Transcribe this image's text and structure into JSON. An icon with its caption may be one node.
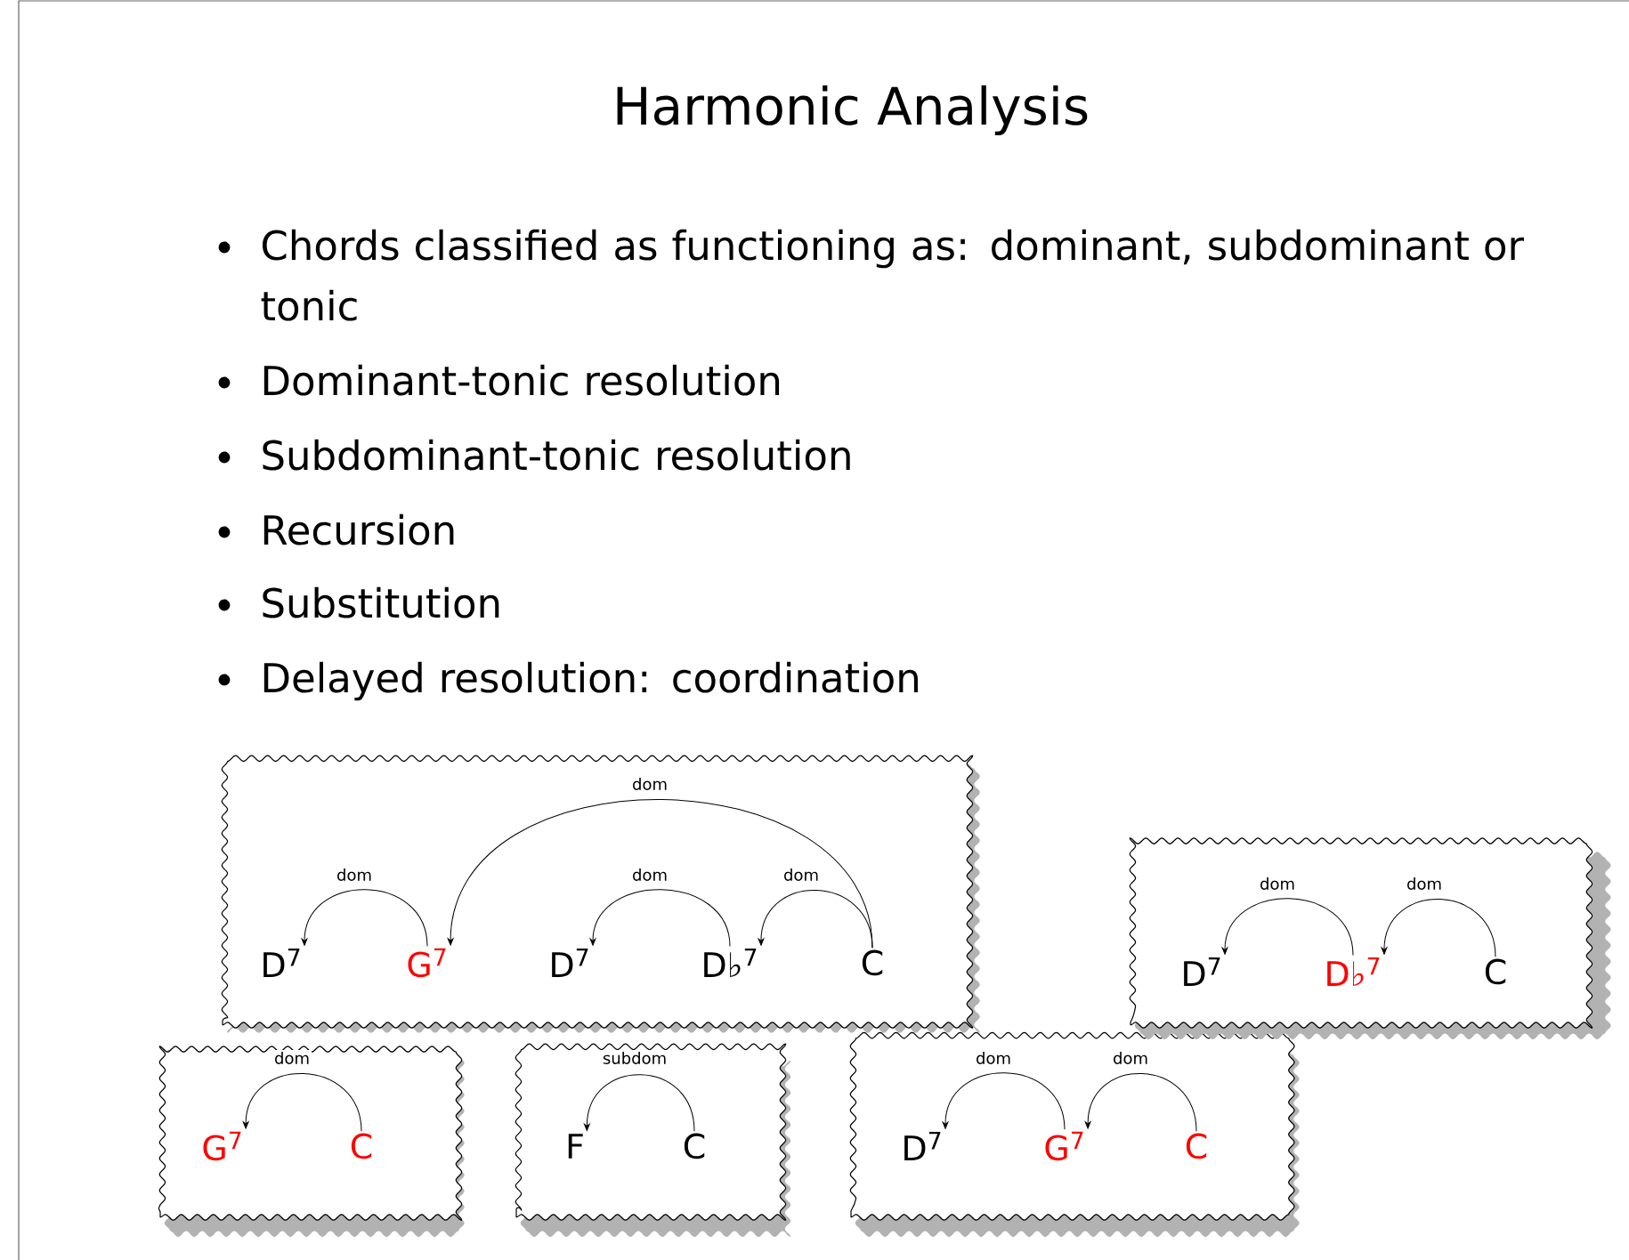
{
  "diagram": {
    "title": "Harmonic Analysis",
    "nodes": [
      {
        "text": [],
        "shape": "box"
      },
      {
        "text": [
          "D$^{7}$"
        ],
        "in": 0
      },
      {
        "text": [
          "G$^{7}$"
        ],
        "in": 0
      },
      {
        "text": [
          "D$^{7}$"
        ],
        "in": 0
      },
      {
        "text": [
          "D♭$^{7}$"
        ],
        "in": 0
      },
      {
        "text": [
          "C"
        ],
        "in": 0
      },
      {
        "text": [],
        "shape": "box"
      },
      {
        "text": [
          "D$^{7}$"
        ],
        "in": 6
      },
      {
        "text": [
          "D♭$^{7}$"
        ],
        "in": 6
      },
      {
        "text": [
          "C"
        ],
        "in": 6
      },
      {
        "text": [],
        "shape": "box"
      },
      {
        "text": [
          "G$^{7}$"
        ],
        "in": 10
      },
      {
        "text": [
          "C"
        ],
        "in": 10
      },
      {
        "text": [],
        "shape": "box"
      },
      {
        "text": [
          "F"
        ],
        "in": 13
      },
      {
        "text": [
          "C"
        ],
        "in": 13
      },
      {
        "text": [],
        "shape": "box"
      },
      {
        "text": [
          "D$^{7}$"
        ],
        "in": 16
      },
      {
        "text": [
          "G$^{7}$"
        ],
        "in": 16
      },
      {
        "text": [
          "C"
        ],
        "in": 16
      }
    ],
    "edges": [
      {
        "from": 2,
        "to": 1,
        "arrow": "to",
        "label": "dom"
      },
      {
        "from": 5,
        "to": 2,
        "arrow": "to",
        "label": "dom"
      },
      {
        "from": 4,
        "to": 3,
        "arrow": "to",
        "label": "dom"
      },
      {
        "from": 5,
        "to": 4,
        "arrow": "to",
        "label": "dom"
      },
      {
        "from": 8,
        "to": 7,
        "arrow": "to",
        "label": "dom"
      },
      {
        "from": 9,
        "to": 8,
        "arrow": "to",
        "label": "dom"
      },
      {
        "from": 12,
        "to": 11,
        "arrow": "to",
        "label": "dom"
      },
      {
        "from": 15,
        "to": 14,
        "arrow": "to",
        "label": "subdom"
      },
      {
        "from": 18,
        "to": 17,
        "arrow": "to",
        "label": "dom"
      },
      {
        "from": 19,
        "to": 18,
        "arrow": "to",
        "label": "dom"
      }
    ],
    "labels": [
      "Chords classified as functioning as: dominant, subdominant or tonic",
      "Dominant-tonic resolution",
      "Subdominant-tonic resolution",
      "Recursion",
      "Substitution",
      "Delayed resolution: coordination"
    ]
  }
}
